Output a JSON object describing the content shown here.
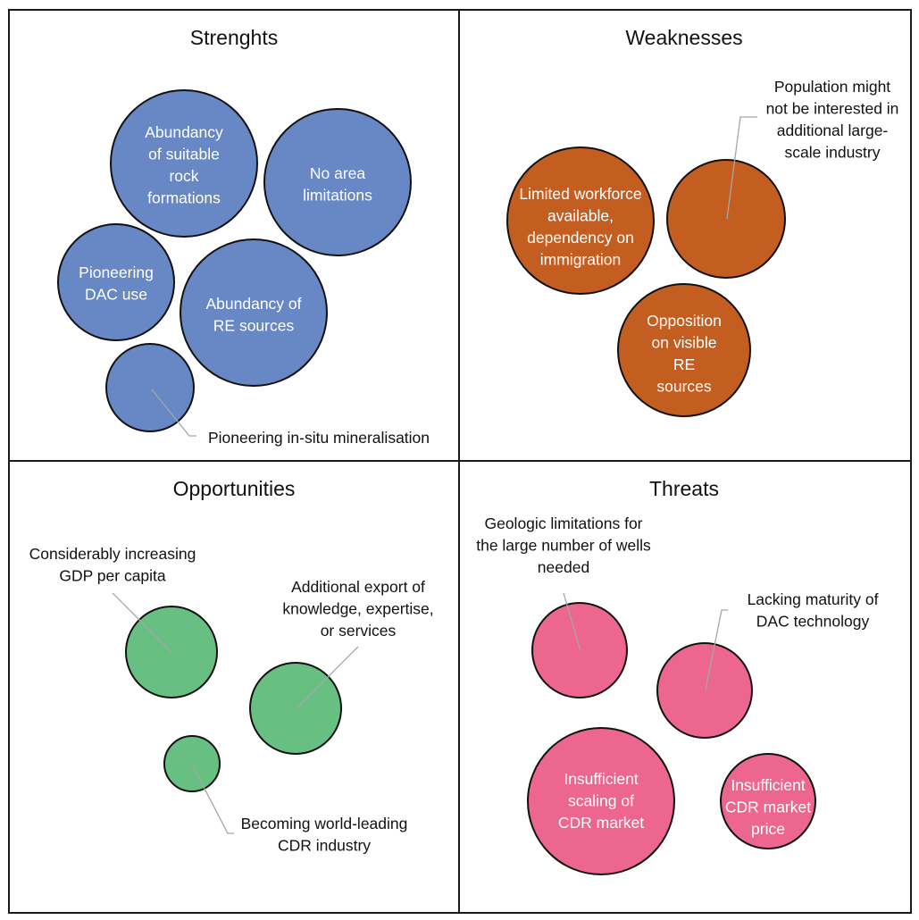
{
  "colors": {
    "strengths": "#6788C4",
    "weaknesses": "#C45E20",
    "opportunities": "#67BF82",
    "threats": "#EC668F",
    "border": "#1a1a1a",
    "leader": "#a6a6a6"
  },
  "quadrants": {
    "strengths": {
      "title": "Strenghts",
      "items": [
        {
          "label_lines": [
            "Abundancy",
            "of suitable",
            "rock",
            "formations"
          ],
          "label_position": "inside"
        },
        {
          "label_lines": [
            "No area",
            "limitations"
          ],
          "label_position": "inside"
        },
        {
          "label_lines": [
            "Pioneering",
            "DAC use"
          ],
          "label_position": "inside"
        },
        {
          "label_lines": [
            "Abundancy of",
            "RE sources"
          ],
          "label_position": "inside"
        },
        {
          "label_lines": [
            "Pioneering in-situ mineralisation"
          ],
          "label_position": "outside"
        }
      ]
    },
    "weaknesses": {
      "title": "Weaknesses",
      "items": [
        {
          "label_lines": [
            "Limited workforce",
            "available,",
            "dependency on",
            "immigration"
          ],
          "label_position": "inside"
        },
        {
          "label_lines": [
            "Population might",
            "not be interested in",
            "additional large-",
            "scale industry"
          ],
          "label_position": "outside"
        },
        {
          "label_lines": [
            "Opposition",
            "on visible",
            "RE",
            "sources"
          ],
          "label_position": "inside"
        }
      ]
    },
    "opportunities": {
      "title": "Opportunities",
      "items": [
        {
          "label_lines": [
            "Considerably increasing",
            "GDP per capita"
          ],
          "label_position": "outside"
        },
        {
          "label_lines": [
            "Additional export of",
            "knowledge, expertise,",
            "or services"
          ],
          "label_position": "outside"
        },
        {
          "label_lines": [
            "Becoming world-leading",
            "CDR industry"
          ],
          "label_position": "outside"
        }
      ]
    },
    "threats": {
      "title": "Threats",
      "items": [
        {
          "label_lines": [
            "Geologic limitations for",
            "the large number of wells",
            "needed"
          ],
          "label_position": "outside"
        },
        {
          "label_lines": [
            "Lacking maturity of",
            "DAC technology"
          ],
          "label_position": "outside"
        },
        {
          "label_lines": [
            "Insufficient",
            "scaling of",
            "CDR market"
          ],
          "label_position": "inside"
        },
        {
          "label_lines": [
            "Insufficient",
            "CDR market",
            "price"
          ],
          "label_position": "inside"
        }
      ]
    }
  }
}
